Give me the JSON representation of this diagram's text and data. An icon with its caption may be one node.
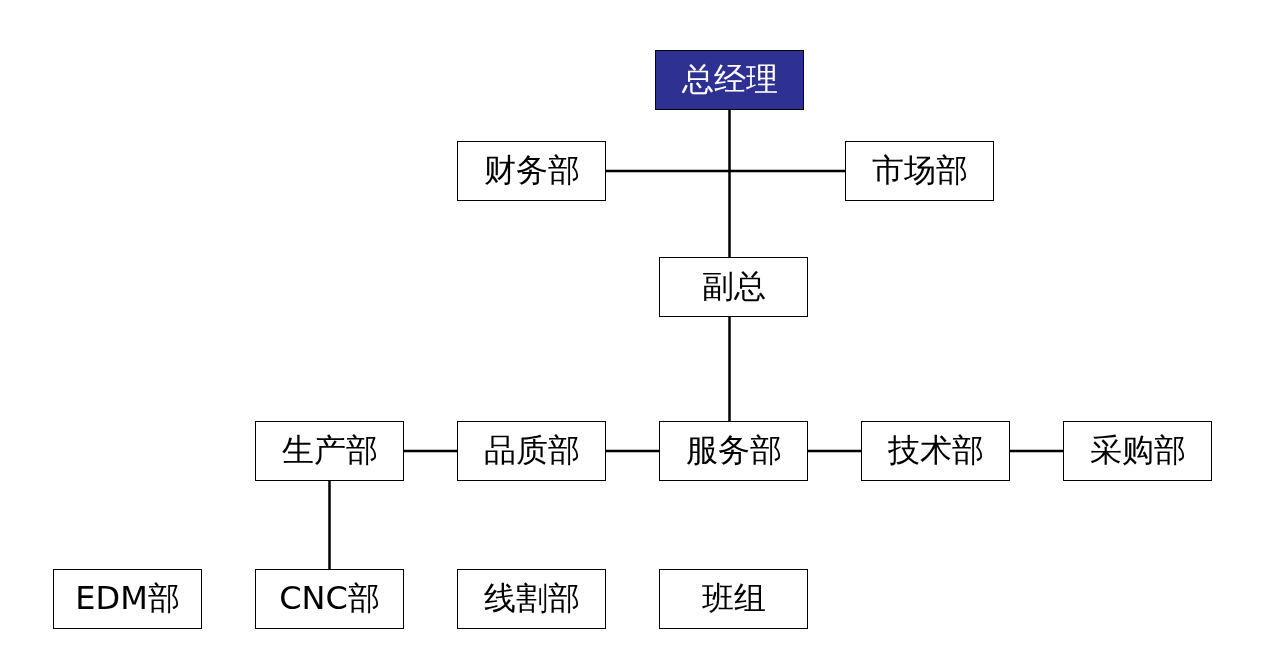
{
  "diagram": {
    "nodes": [
      {
        "text": [
          "总经理"
        ]
      },
      {
        "text": [
          "财务部"
        ]
      },
      {
        "text": [
          "市场部"
        ]
      },
      {
        "text": [
          "副总"
        ]
      },
      {
        "text": [
          "生产部"
        ]
      },
      {
        "text": [
          "品质部"
        ]
      },
      {
        "text": [
          "服务部"
        ]
      },
      {
        "text": [
          "技术部"
        ]
      },
      {
        "text": [
          "采购部"
        ]
      },
      {
        "text": [
          "EDM部"
        ]
      },
      {
        "text": [
          "CNC部"
        ]
      },
      {
        "text": [
          "线割部"
        ]
      },
      {
        "text": [
          "班组"
        ]
      }
    ],
    "edges": [
      {
        "from": 0,
        "to": 3,
        "arrow": "none"
      },
      {
        "from": 1,
        "to": 2,
        "arrow": "none"
      },
      {
        "from": 3,
        "to": 6,
        "arrow": "none"
      },
      {
        "from": 4,
        "to": 5,
        "arrow": "none"
      },
      {
        "from": 5,
        "to": 6,
        "arrow": "none"
      },
      {
        "from": 6,
        "to": 7,
        "arrow": "none"
      },
      {
        "from": 7,
        "to": 8,
        "arrow": "none"
      },
      {
        "from": 4,
        "to": 10,
        "arrow": "none"
      }
    ]
  }
}
